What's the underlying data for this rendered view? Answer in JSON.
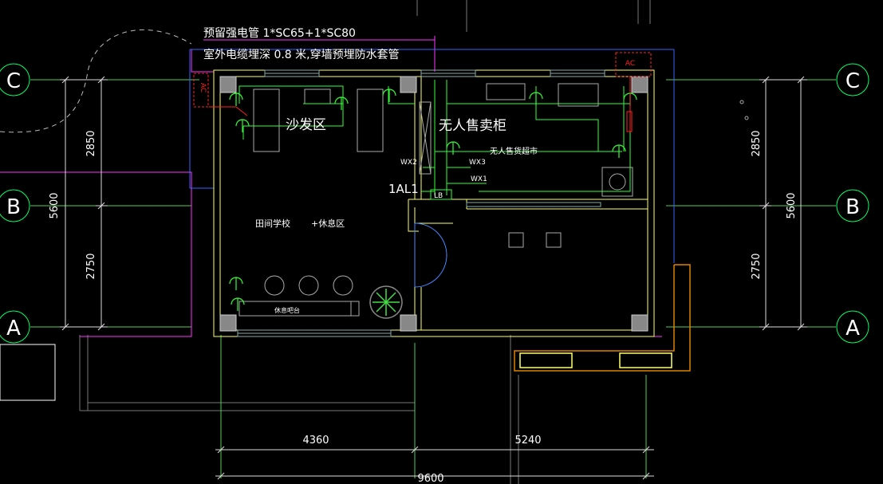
{
  "notes": {
    "line1": "预留强电管   1*SC65+1*SC80",
    "line2": "室外电缆埋深   0.8 米,穿墙预埋防水套管"
  },
  "grid": {
    "left": [
      "C",
      "B",
      "A"
    ],
    "right": [
      "C",
      "B",
      "A"
    ]
  },
  "dims": {
    "left_total": "5600",
    "left_upper": "2850",
    "left_lower": "2750",
    "right_total": "5600",
    "right_upper": "2850",
    "right_lower": "2750",
    "bottom_left": "4360",
    "bottom_right": "5240",
    "bottom_total": "9600"
  },
  "rooms": {
    "sofa": "沙发区",
    "vending": "无人售卖柜",
    "supermarket": "无人售货超市",
    "school": "田间学校",
    "rest": "+休息区",
    "bar": "休息吧台"
  },
  "panels": {
    "panel_label": "1AL1",
    "lb": "LB",
    "wx1": "WX1",
    "wx2": "WX2",
    "wx3": "WX3",
    "ac": "AC"
  },
  "colors": {
    "background": "#000000",
    "wall": "#ffff66",
    "wiring": "#33ff33",
    "dim_line": "#ffffff",
    "grid_bubble": "#00ff66",
    "magenta": "#ff33ff",
    "ac_red": "#ff2222",
    "orange": "#e08000",
    "blue": "#3366ff"
  }
}
